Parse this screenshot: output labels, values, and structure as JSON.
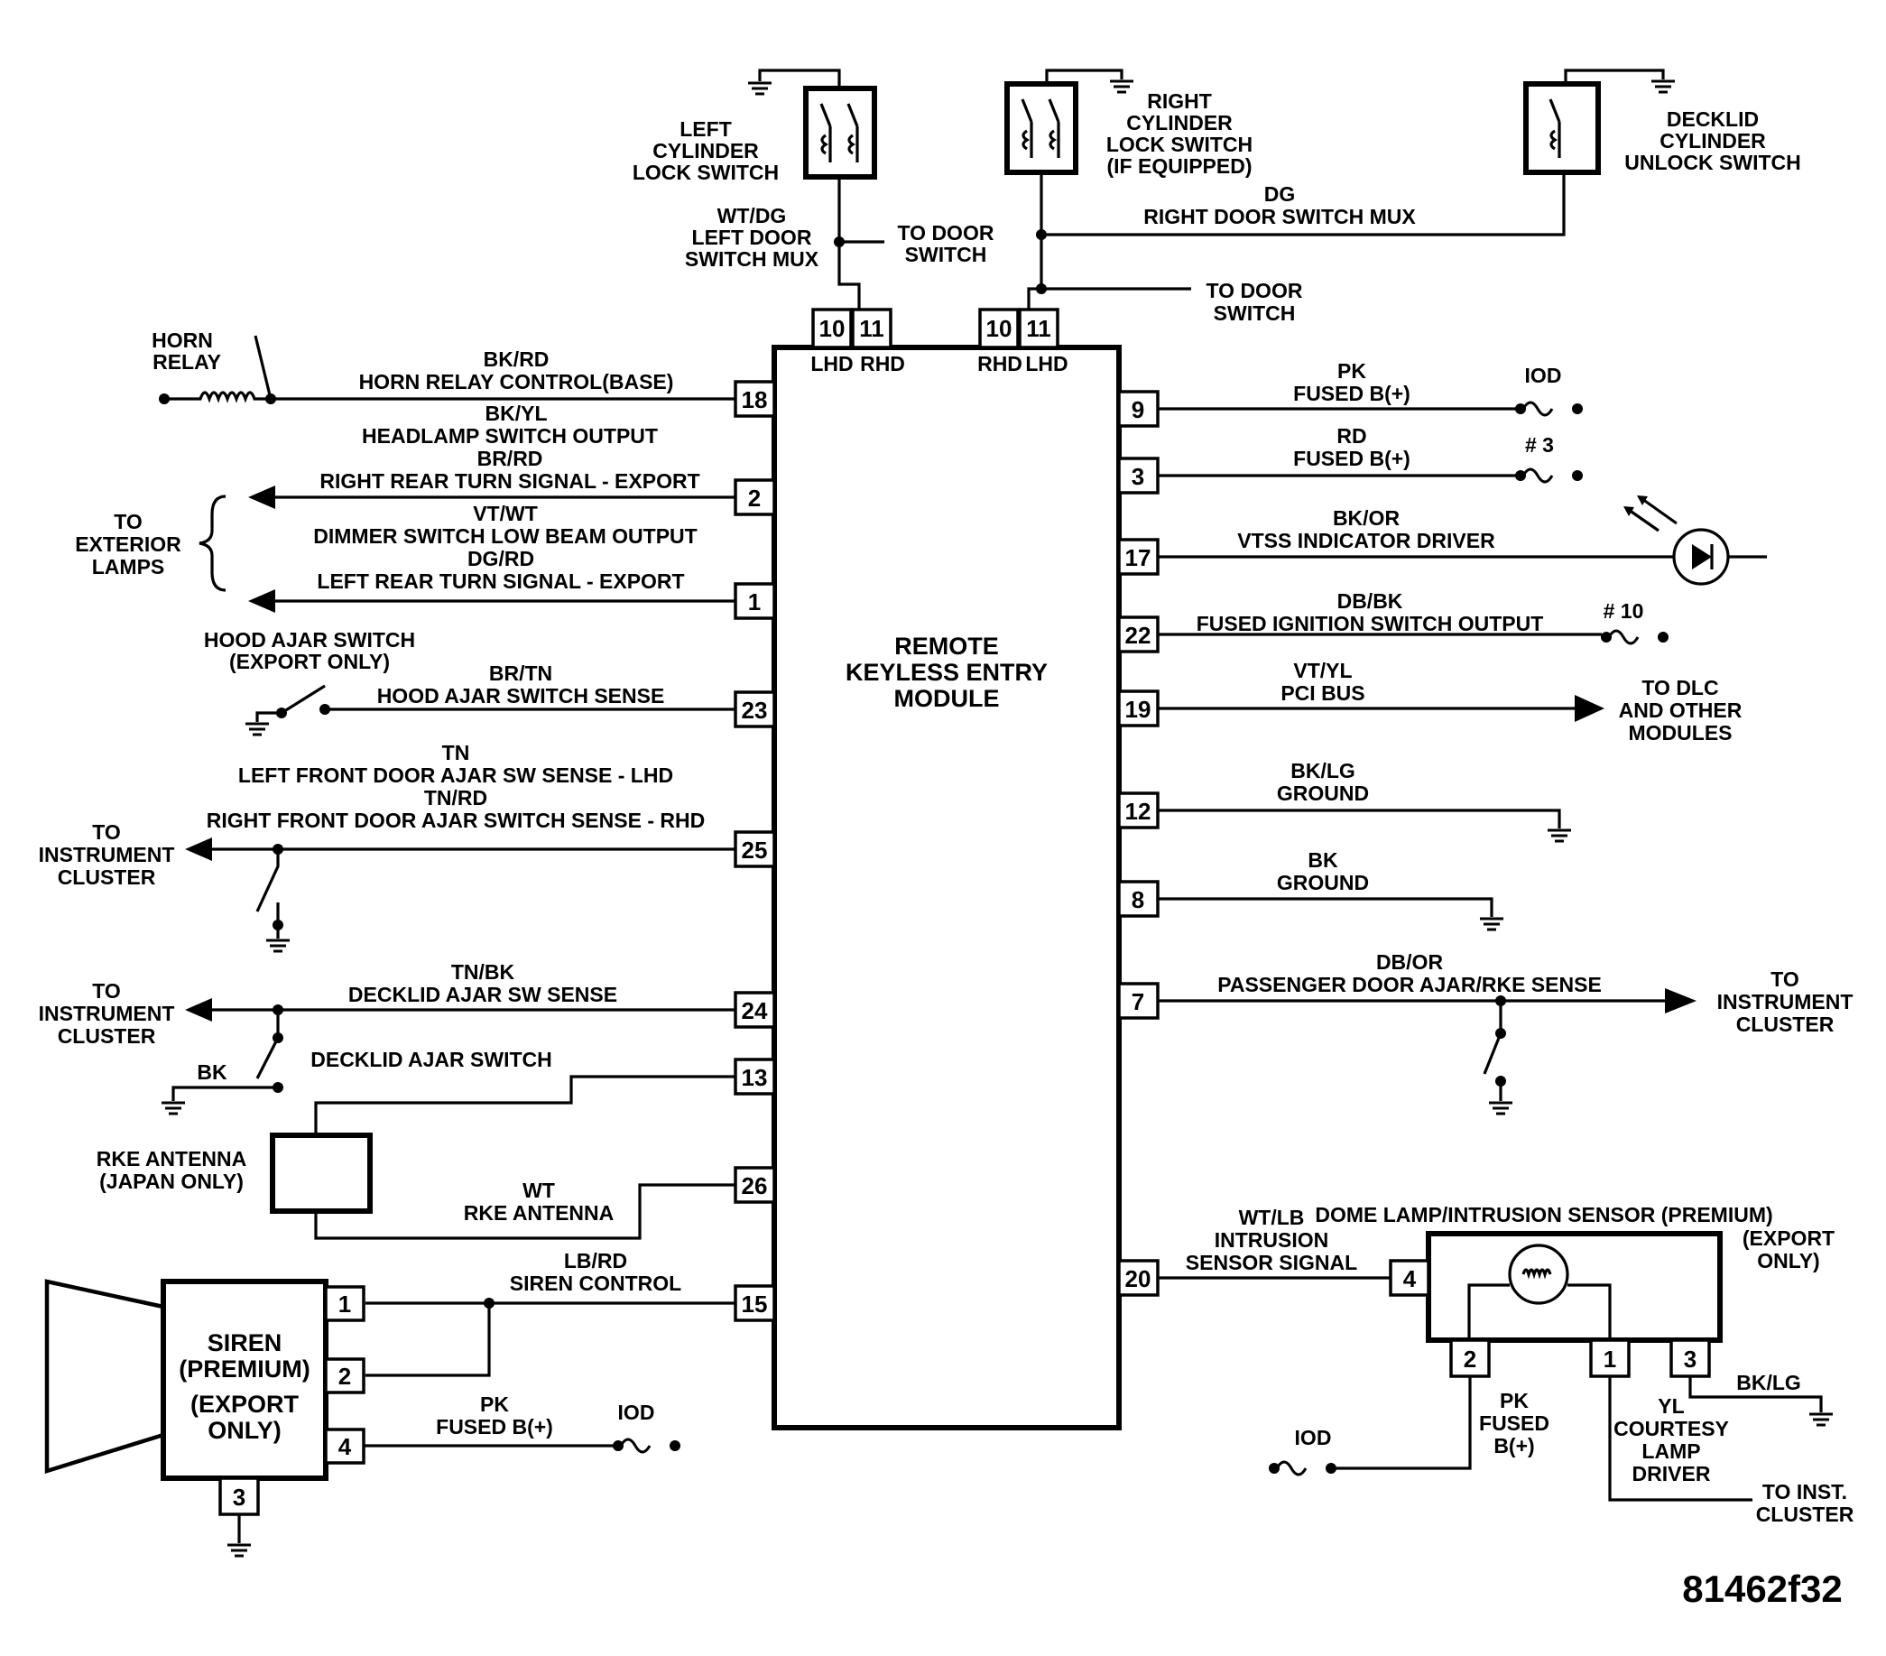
{
  "module": {
    "title_1": "REMOTE",
    "title_2": "KEYLESS ENTRY",
    "title_3": "MODULE"
  },
  "connectors": {
    "left_10": "10",
    "left_11": "11",
    "left_lhd": "LHD",
    "left_rhd": "RHD",
    "right_10": "10",
    "right_11": "11",
    "right_rhd": "RHD",
    "right_lhd": "LHD"
  },
  "switches": {
    "left_cyl_1": "LEFT",
    "left_cyl_2": "CYLINDER",
    "left_cyl_3": "LOCK SWITCH",
    "right_cyl_1": "RIGHT",
    "right_cyl_2": "CYLINDER",
    "right_cyl_3": "LOCK SWITCH",
    "right_cyl_4": "(IF EQUIPPED)",
    "decklid_cyl_1": "DECKLID",
    "decklid_cyl_2": "CYLINDER",
    "decklid_cyl_3": "UNLOCK SWITCH"
  },
  "top_wires": {
    "wtdg": "WT/DG",
    "left_mux_1": "LEFT DOOR",
    "left_mux_2": "SWITCH MUX",
    "to_door_switch_1": "TO DOOR",
    "to_door_switch_2": "SWITCH",
    "dg": "DG",
    "right_mux": "RIGHT DOOR SWITCH MUX",
    "to_door_switch_b1": "TO DOOR",
    "to_door_switch_b2": "SWITCH"
  },
  "left_pins": [
    {
      "pin": "18",
      "color": "BK/RD",
      "desc": "HORN RELAY CONTROL(BASE)"
    },
    {
      "pin": "2",
      "color_a": "BK/YL",
      "desc_a": "HEADLAMP SWITCH OUTPUT",
      "color": "BR/RD",
      "desc": "RIGHT REAR TURN SIGNAL - EXPORT"
    },
    {
      "pin": "1",
      "color_a": "VT/WT",
      "desc_a": "DIMMER SWITCH LOW BEAM OUTPUT",
      "color": "DG/RD",
      "desc": "LEFT REAR TURN SIGNAL - EXPORT"
    },
    {
      "pin": "23",
      "color": "BR/TN",
      "desc": "HOOD AJAR SWITCH SENSE"
    },
    {
      "pin": "25",
      "color_a": "TN",
      "desc_a": "LEFT FRONT DOOR AJAR SW SENSE - LHD",
      "color": "TN/RD",
      "desc": "RIGHT FRONT DOOR AJAR SWITCH SENSE - RHD"
    },
    {
      "pin": "24",
      "color": "TN/BK",
      "desc": "DECKLID AJAR SW SENSE"
    },
    {
      "pin": "13"
    },
    {
      "pin": "26",
      "color": "WT",
      "desc": "RKE ANTENNA"
    },
    {
      "pin": "15",
      "color": "LB/RD",
      "desc": "SIREN CONTROL"
    }
  ],
  "right_pins": [
    {
      "pin": "9",
      "color": "PK",
      "desc": "FUSED B(+)",
      "end": "IOD"
    },
    {
      "pin": "3",
      "color": "RD",
      "desc": "FUSED B(+)",
      "end": "# 3"
    },
    {
      "pin": "17",
      "color": "BK/OR",
      "desc": "VTSS INDICATOR DRIVER"
    },
    {
      "pin": "22",
      "color": "DB/BK",
      "desc": "FUSED IGNITION SWITCH OUTPUT",
      "end": "# 10"
    },
    {
      "pin": "19",
      "color": "VT/YL",
      "desc": "PCI BUS"
    },
    {
      "pin": "12",
      "color": "BK/LG",
      "desc": "GROUND"
    },
    {
      "pin": "8",
      "color": "BK",
      "desc": "GROUND"
    },
    {
      "pin": "7",
      "color": "DB/OR",
      "desc": "PASSENGER DOOR AJAR/RKE SENSE"
    },
    {
      "pin": "20",
      "color": "WT/LB",
      "desc_1": "INTRUSION",
      "desc_2": "SENSOR SIGNAL"
    }
  ],
  "left_labels": {
    "horn_relay_1": "HORN",
    "horn_relay_2": "RELAY",
    "ext_lamps_1": "TO",
    "ext_lamps_2": "EXTERIOR",
    "ext_lamps_3": "LAMPS",
    "hood_1": "HOOD AJAR SWITCH",
    "hood_2": "(EXPORT ONLY)",
    "inst1_1": "TO",
    "inst1_2": "INSTRUMENT",
    "inst1_3": "CLUSTER",
    "inst2_1": "TO",
    "inst2_2": "INSTRUMENT",
    "inst2_3": "CLUSTER",
    "bk": "BK",
    "decklid_switch": "DECKLID AJAR SWITCH",
    "antenna_1": "RKE ANTENNA",
    "antenna_2": "(JAPAN ONLY)"
  },
  "siren": {
    "l1": "SIREN",
    "l2": "(PREMIUM)",
    "l3": "(EXPORT",
    "l4": "ONLY)",
    "p1": "1",
    "p2": "2",
    "p4": "4",
    "p3": "3",
    "pk": "PK",
    "fused": "FUSED B(+)",
    "iod": "IOD"
  },
  "right_labels": {
    "dlc_1": "TO DLC",
    "dlc_2": "AND OTHER",
    "dlc_3": "MODULES",
    "inst_1": "TO",
    "inst_2": "INSTRUMENT",
    "inst_3": "CLUSTER"
  },
  "dome": {
    "title": "DOME LAMP/INTRUSION SENSOR (PREMIUM)",
    "export_1": "(EXPORT",
    "export_2": "ONLY)",
    "p4": "4",
    "p2": "2",
    "p1": "1",
    "p3": "3",
    "pk": "PK",
    "fused_1": "FUSED",
    "fused_2": "B(+)",
    "iod": "IOD",
    "yl": "YL",
    "courtesy_1": "COURTESY",
    "courtesy_2": "LAMP",
    "courtesy_3": "DRIVER",
    "bklg": "BK/LG",
    "inst_1": "TO INST.",
    "inst_2": "CLUSTER"
  },
  "figure_id": "81462f32"
}
